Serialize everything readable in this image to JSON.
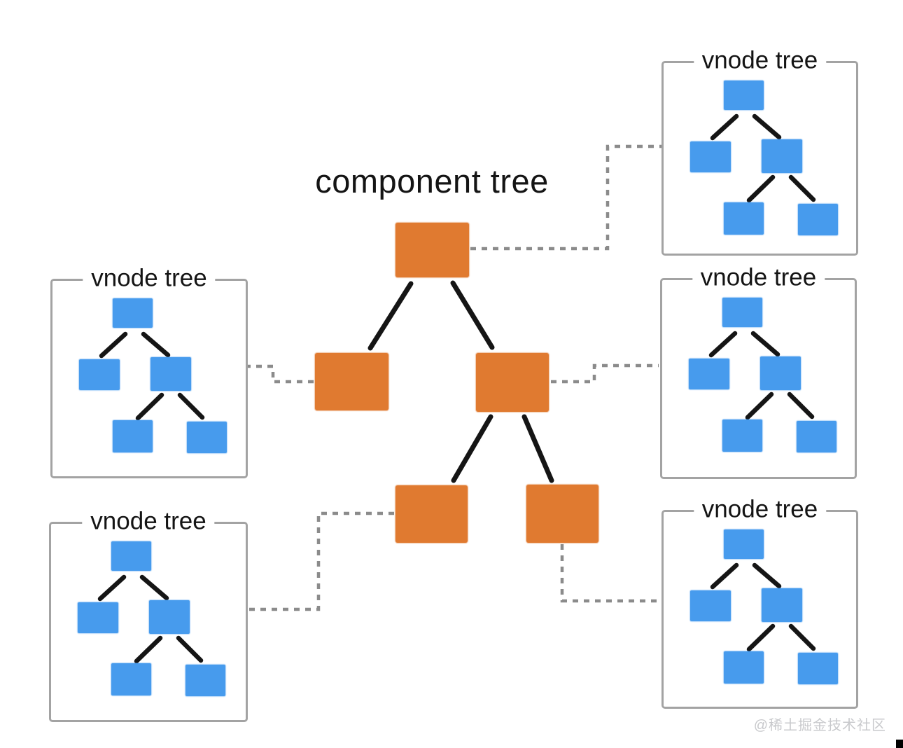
{
  "title": "component tree",
  "watermark": "@稀土掘金技术社区",
  "component_tree": {
    "label": "component tree",
    "nodes": [
      "root",
      "child-left",
      "child-right",
      "grandchild-left",
      "grandchild-right"
    ],
    "edges": [
      [
        "root",
        "child-left"
      ],
      [
        "root",
        "child-right"
      ],
      [
        "child-right",
        "grandchild-left"
      ],
      [
        "child-right",
        "grandchild-right"
      ]
    ]
  },
  "vnode_tree_structure": {
    "nodes": [
      "root",
      "child-left",
      "child-right",
      "grandchild-left",
      "grandchild-right"
    ],
    "edges": [
      [
        "root",
        "child-left"
      ],
      [
        "root",
        "child-right"
      ],
      [
        "child-right",
        "grandchild-left"
      ],
      [
        "child-right",
        "grandchild-right"
      ]
    ]
  },
  "vnode_trees": [
    {
      "id": "top-right",
      "label": "vnode tree"
    },
    {
      "id": "middle-left",
      "label": "vnode tree"
    },
    {
      "id": "middle-right",
      "label": "vnode tree"
    },
    {
      "id": "bottom-left",
      "label": "vnode tree"
    },
    {
      "id": "bottom-right",
      "label": "vnode tree"
    }
  ],
  "links": [
    {
      "from": "component root",
      "to": "vnode tree top-right"
    },
    {
      "from": "component child-left",
      "to": "vnode tree middle-left"
    },
    {
      "from": "component child-right",
      "to": "vnode tree middle-right"
    },
    {
      "from": "component grandchild-left",
      "to": "vnode tree bottom-left"
    },
    {
      "from": "component grandchild-right",
      "to": "vnode tree bottom-right"
    }
  ],
  "colors": {
    "component_node": "#e07a30",
    "vnode_node": "#479bed",
    "tree_edge": "#151515",
    "connector": "#8b8b8b",
    "frame_border": "#a3a3a3",
    "title_text": "#141414",
    "watermark_text": "#c8c9cc",
    "background": "#ffffff"
  }
}
